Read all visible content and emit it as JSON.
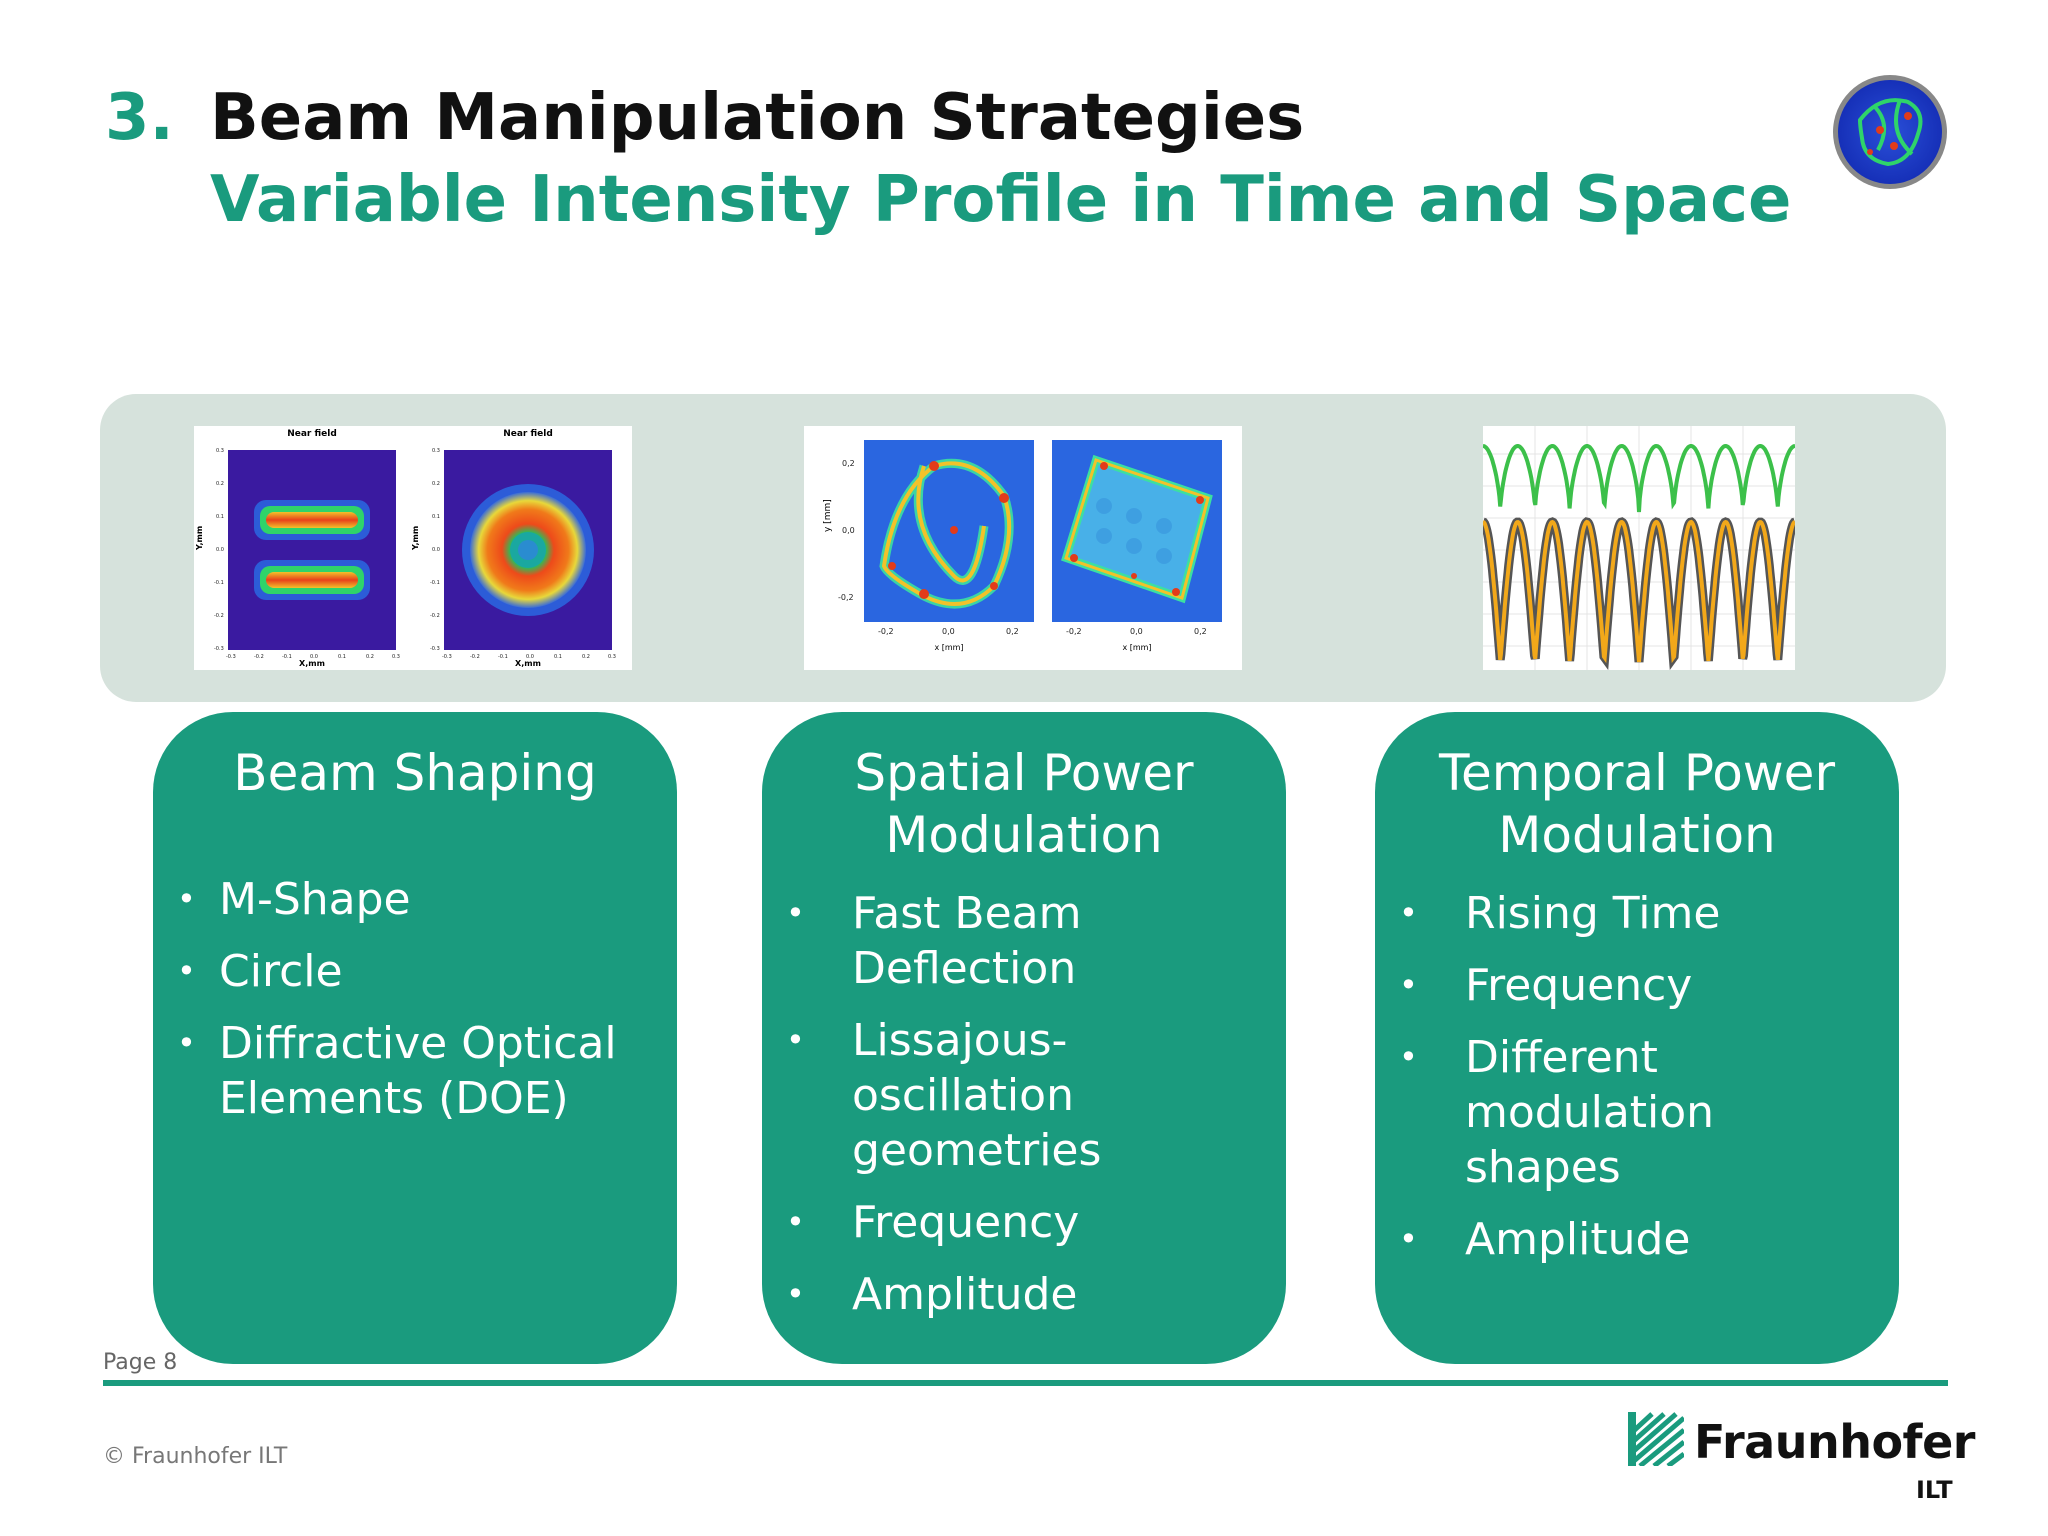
{
  "header": {
    "number": "3.",
    "title": "Beam Manipulation Strategies",
    "subtitle": "Variable Intensity Profile in Time and Space"
  },
  "figures": {
    "beam_shaping": {
      "panel_title_left": "Near field",
      "panel_title_right": "Near field",
      "y_label": "Y,mm",
      "x_label": "X,mm",
      "ticks_y": [
        "0.3",
        "0.2",
        "0.1",
        "0.0",
        "-0.1",
        "-0.2",
        "-0.3"
      ],
      "ticks_x": [
        "-0.3",
        "-0.2",
        "-0.1",
        "0.0",
        "0.1",
        "0.2",
        "0.3"
      ]
    },
    "spatial": {
      "y_label": "y [mm]",
      "x_label": "x [mm]",
      "ticks_y": [
        "0,2",
        "0,0",
        "-0,2"
      ],
      "ticks_x": [
        "-0,2",
        "0,0",
        "0,2"
      ]
    }
  },
  "cards": [
    {
      "title_line1": "Beam Shaping",
      "title_line2": "",
      "items": [
        "M-Shape",
        "Circle",
        "Diffractive Optical Elements (DOE)"
      ]
    },
    {
      "title_line1": "Spatial Power",
      "title_line2": "Modulation",
      "items": [
        "Fast Beam Deflection",
        "Lissajous-oscillation geometries",
        "Frequency",
        "Amplitude"
      ]
    },
    {
      "title_line1": "Temporal Power",
      "title_line2": "Modulation",
      "items": [
        "Rising Time",
        "Frequency",
        "Different modulation shapes",
        "Amplitude"
      ]
    }
  ],
  "footer": {
    "page": "Page 8",
    "copyright": "© Fraunhofer ILT",
    "logo_name": "Fraunhofer",
    "logo_sub": "ILT"
  },
  "colors": {
    "accent": "#1a9b7e",
    "band": "#d6e2dc"
  }
}
